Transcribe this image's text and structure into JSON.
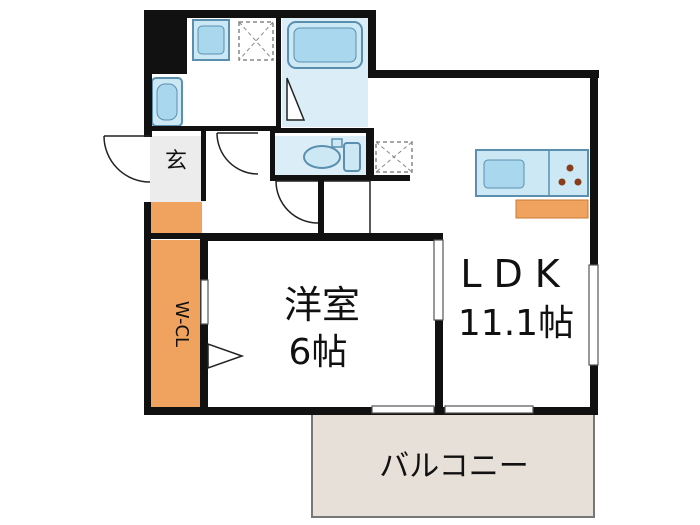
{
  "rooms": {
    "entrance": "玄",
    "closet": "W-CL",
    "western_room": {
      "name": "洋室",
      "size": "6帖"
    },
    "ldk": {
      "name": "LDK",
      "size": "11.1帖"
    },
    "balcony": "バルコニー"
  },
  "colors": {
    "wall": "#111111",
    "fixture_fill": "#cce8f4",
    "fixture_stroke": "#5a8fb0",
    "closet_fill": "#f0a35e",
    "balcony_fill": "#e6e0d8",
    "floor": "#ffffff",
    "entrance_floor": "#ececec"
  }
}
